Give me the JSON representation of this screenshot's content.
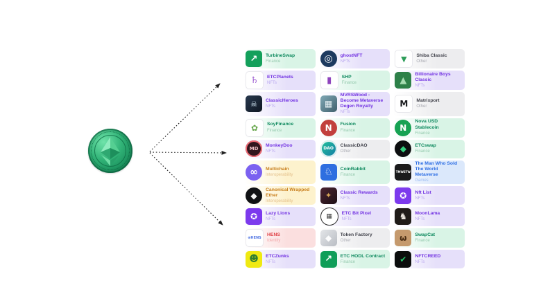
{
  "scene": {
    "coin": {
      "name": "ethereum-classic-coin",
      "color": "#2fae74"
    },
    "arrows": {
      "color": "#222222",
      "count": 3
    }
  },
  "category_styles": {
    "Finance": {
      "title": "#0f8a5f",
      "subtitle": "#93c9ad",
      "bg": "#d9f4e6"
    },
    "NFTs": {
      "title": "#7232e2",
      "subtitle": "#b9a7ef",
      "bg": "#e6e0fa"
    },
    "Other": {
      "title": "#41424b",
      "subtitle": "#a7a8b0",
      "bg": "#ededef"
    },
    "Interoperability": {
      "title": "#c87e1c",
      "subtitle": "#e4c08c",
      "bg": "#fdf2cd"
    },
    "Identity": {
      "title": "#e04348",
      "subtitle": "#f2a8ab",
      "bg": "#fbdfdf"
    },
    "Games": {
      "title": "#2f6fe4",
      "subtitle": "#9cbcf2",
      "bg": "#dbe8fb"
    }
  },
  "apps": [
    {
      "name": "TurbineSwap",
      "category": "Finance",
      "icon": {
        "name": "turbineswap-icon",
        "glyph": "↗",
        "shape": "square",
        "bg": "#14a05b",
        "fg": "#ffffff",
        "size": 13
      }
    },
    {
      "name": "ghostNFT",
      "category": "NFTs",
      "icon": {
        "name": "ghostnft-icon",
        "glyph": "◎",
        "shape": "circle",
        "bg": "#1d3a5f",
        "fg": "#ffffff",
        "size": 14
      }
    },
    {
      "name": "Shiba Classic",
      "category": "Other",
      "icon": {
        "name": "shiba-classic-icon",
        "glyph": "▼",
        "shape": "square",
        "bg": "#ffffff",
        "fg": "#2f9e5b",
        "border": "#e8e8ec",
        "size": 11
      }
    },
    {
      "name": "ETCPlanets",
      "category": "NFTs",
      "icon": {
        "name": "etcplanets-icon",
        "glyph": "♄",
        "shape": "square",
        "bg": "#ffffff",
        "fg": "#9b59d0",
        "border": "#e8e8ec",
        "size": 13
      }
    },
    {
      "name": "SHP",
      "category": "Finance",
      "icon": {
        "name": "shp-icon",
        "glyph": "▮",
        "shape": "square",
        "bg": "#ffffff",
        "fg": "#8e44bd",
        "border": "#e8e8ec",
        "size": 13
      }
    },
    {
      "name": "Billionaire Boys Classic",
      "category": "NFTs",
      "icon": {
        "name": "billionaire-boys-classic-icon",
        "glyph": "▲",
        "shape": "square",
        "bg": "#2e8049",
        "fg": "#a6dcb2",
        "size": 13
      }
    },
    {
      "name": "ClassicHeroes",
      "category": "NFTs",
      "icon": {
        "name": "classicheroes-icon",
        "glyph": "☠",
        "shape": "square",
        "bg": "#27384d",
        "bg2": "#0f1722",
        "fg": "#cfe3ef",
        "size": 11
      }
    },
    {
      "name": "MVRSWood - Become Metaverse Degen Royalty",
      "category": "NFTs",
      "icon": {
        "name": "mvrswood-icon",
        "glyph": "▦",
        "shape": "square",
        "bg": "#7fa8b5",
        "bg2": "#41606d",
        "fg": "#e8f2f5",
        "size": 12
      }
    },
    {
      "name": "Matrixport",
      "category": "Other",
      "icon": {
        "name": "matrixport-icon",
        "glyph": "M",
        "shape": "square",
        "bg": "#ffffff",
        "fg": "#17191c",
        "border": "#e8e8ec",
        "size": 12
      }
    },
    {
      "name": "SoyFinance",
      "category": "Finance",
      "icon": {
        "name": "soyfinance-icon",
        "glyph": "✿",
        "shape": "square",
        "bg": "#ffffff",
        "fg": "#69a84f",
        "border": "#e8e8ec",
        "size": 12
      }
    },
    {
      "name": "Fusion",
      "category": "Finance",
      "icon": {
        "name": "fusion-icon",
        "glyph": "N",
        "shape": "circle",
        "bg": "#c2403d",
        "fg": "#ffffff",
        "size": 12
      }
    },
    {
      "name": "Nova USD Stablecoin",
      "category": "Finance",
      "icon": {
        "name": "nova-usd-stablecoin-icon",
        "glyph": "N",
        "shape": "circle",
        "bg": "#17a253",
        "fg": "#ffffff",
        "size": 12
      }
    },
    {
      "name": "MonkeyDoo",
      "category": "NFTs",
      "icon": {
        "name": "monkeydoo-icon",
        "glyph": "MD",
        "shape": "circle",
        "bg": "#31161d",
        "fg": "#f4c6cb",
        "ring": "#ee6a74",
        "size": 7
      }
    },
    {
      "name": "ClassicDAO",
      "category": "Other",
      "icon": {
        "name": "classicdao-icon",
        "glyph": "DAO",
        "shape": "circle",
        "bg": "#25c49a",
        "bg2": "#137aa6",
        "fg": "#ffffff",
        "ring": "rgba(255,255,255,0.85)",
        "size": 6
      }
    },
    {
      "name": "ETCswap",
      "category": "Finance",
      "icon": {
        "name": "etcswap-icon",
        "glyph": "◆",
        "shape": "circle",
        "bg": "#0d0f10",
        "fg": "#35d07f",
        "size": 12
      }
    },
    {
      "name": "Multichain",
      "category": "Interoperability",
      "icon": {
        "name": "multichain-icon",
        "glyph": "∞",
        "shape": "circle",
        "bg": "#7b61f0",
        "fg": "#ffffff",
        "size": 14
      }
    },
    {
      "name": "CoinRabbit",
      "category": "Finance",
      "icon": {
        "name": "coinrabbit-icon",
        "glyph": "♘",
        "shape": "square",
        "bg": "#2e6fe0",
        "fg": "#ffffff",
        "size": 14
      }
    },
    {
      "name": "The Man Who Sold The World Metaverse",
      "category": "Games",
      "icon": {
        "name": "tmwstw-icon",
        "glyph": "TMWSTW",
        "shape": "square",
        "bg": "#1a1a1c",
        "fg": "#ffffff",
        "size": 4
      }
    },
    {
      "name": "Canonical Wrapped Ether",
      "category": "Interoperability",
      "icon": {
        "name": "canonical-wrapped-ether-icon",
        "glyph": "◆",
        "shape": "circle",
        "bg": "#101114",
        "fg": "#f2f2f2",
        "size": 12
      }
    },
    {
      "name": "Classic Rewards",
      "category": "NFTs",
      "icon": {
        "name": "classic-rewards-icon",
        "glyph": "✦",
        "shape": "square",
        "bg": "#4a2430",
        "bg2": "#1d0f16",
        "fg": "#d8a657",
        "size": 11
      }
    },
    {
      "name": "Nft List",
      "category": "NFTs",
      "icon": {
        "name": "nft-list-icon",
        "glyph": "✪",
        "shape": "square",
        "bg": "#7c3aed",
        "fg": "#ffffff",
        "size": 12
      }
    },
    {
      "name": "Lazy Lions",
      "category": "NFTs",
      "icon": {
        "name": "lazy-lions-icon",
        "glyph": "✪",
        "shape": "square",
        "bg": "#7c3aed",
        "fg": "#ffffff",
        "size": 12
      }
    },
    {
      "name": "ETC Bit Pixel",
      "category": "NFTs",
      "icon": {
        "name": "etc-bit-pixel-icon",
        "glyph": "▦",
        "shape": "circle",
        "bg": "#ffffff",
        "fg": "#3a3a3a",
        "border": "#2b2b2b",
        "size": 9
      }
    },
    {
      "name": "MoonLama",
      "category": "NFTs",
      "icon": {
        "name": "moonlama-icon",
        "glyph": "♞",
        "shape": "square",
        "bg": "#201c18",
        "fg": "#e8e3da",
        "size": 13
      }
    },
    {
      "name": "HENS",
      "category": "Identity",
      "icon": {
        "name": "hens-icon",
        "glyph": "⊕HENS",
        "shape": "square",
        "bg": "#ffffff",
        "fg": "#4f74e3",
        "border": "#e8e8ec",
        "size": 5
      }
    },
    {
      "name": "Token Factory",
      "category": "Other",
      "icon": {
        "name": "token-factory-icon",
        "glyph": "◆",
        "shape": "square",
        "bg": "#e3e5e8",
        "bg2": "#b9bdc4",
        "fg": "#fcfcfd",
        "size": 12
      }
    },
    {
      "name": "SwapCat",
      "category": "Finance",
      "icon": {
        "name": "swapcat-icon",
        "glyph": "ω",
        "shape": "square",
        "bg": "#c59a6d",
        "fg": "#4a2e14",
        "size": 12
      }
    },
    {
      "name": "ETCZunks",
      "category": "NFTs",
      "icon": {
        "name": "etczunks-icon",
        "glyph": "☻",
        "shape": "square",
        "bg": "#efe912",
        "fg": "#2e7d32",
        "size": 13
      }
    },
    {
      "name": "ETC HODL Contract",
      "category": "Finance",
      "icon": {
        "name": "etc-hodl-contract-icon",
        "glyph": "↗",
        "shape": "square",
        "bg": "#0f9e58",
        "fg": "#ffffff",
        "size": 13
      }
    },
    {
      "name": "NFTCREED",
      "category": "NFTs",
      "icon": {
        "name": "nftcreed-icon",
        "glyph": "✔",
        "shape": "square",
        "bg": "#0c0d0d",
        "fg": "#27c26b",
        "size": 12
      }
    }
  ]
}
